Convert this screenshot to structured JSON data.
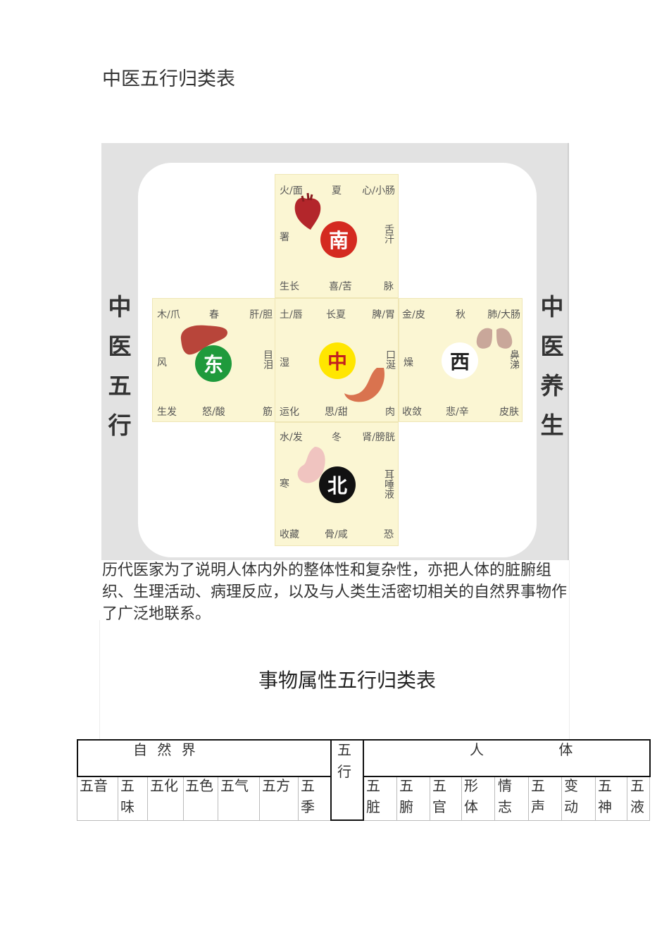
{
  "doc_title": "中医五行归类表",
  "figure": {
    "side_left": [
      "中",
      "医",
      "五",
      "行"
    ],
    "side_right": [
      "中",
      "医",
      "养",
      "生"
    ],
    "south": {
      "tl": "火/面",
      "tc": "夏",
      "tr": "心/小肠",
      "ml": "署",
      "mr": "舌汗",
      "bl": "生长",
      "bc": "喜/苦",
      "br": "脉",
      "center": "南"
    },
    "east": {
      "tl": "木/爪",
      "tc": "春",
      "tr": "肝/胆",
      "ml": "风",
      "mr": "目泪",
      "bl": "生发",
      "bc": "怒/酸",
      "br": "筋",
      "center": "东"
    },
    "middle": {
      "tl": "土/唇",
      "tc": "长夏",
      "tr": "脾/胃",
      "ml": "湿",
      "mr": "口涎",
      "bl": "运化",
      "bc": "思/甜",
      "br": "肉",
      "center": "中"
    },
    "west": {
      "tl": "金/皮",
      "tc": "秋",
      "tr": "肺/大肠",
      "ml": "燥",
      "mr": "鼻涕",
      "bl": "收敛",
      "bc": "悲/辛",
      "br": "皮肤",
      "center": "西"
    },
    "north": {
      "tl": "水/发",
      "tc": "冬",
      "tr": "肾/膀胱",
      "ml": "寒",
      "mr": "耳唾液",
      "bl": "收藏",
      "bc": "骨/咸",
      "br": "恐",
      "center": "北"
    },
    "colors": {
      "south": "#d42a20",
      "east": "#1f9a3c",
      "middle": "#ffe600",
      "west": "#ffffff",
      "north": "#111111"
    }
  },
  "paragraph": "历代医家为了说明人体内外的整体性和复杂性，亦把人体的脏腑组织、生理活动、病理反应，以及与人类生活密切相关的自然界事物作了广泛地联系。",
  "sub_title": "事物属性五行归类表",
  "table": {
    "group_nature": "自 然 界",
    "wuxing": "五行",
    "group_body": "人 体",
    "nature_cols": [
      "五音",
      "五味",
      "五化",
      "五色",
      "五气",
      "五方",
      "五季"
    ],
    "body_cols": [
      "五脏",
      "五腑",
      "五官",
      "形体",
      "情志",
      "五声",
      "变动",
      "五神",
      "五液"
    ]
  }
}
